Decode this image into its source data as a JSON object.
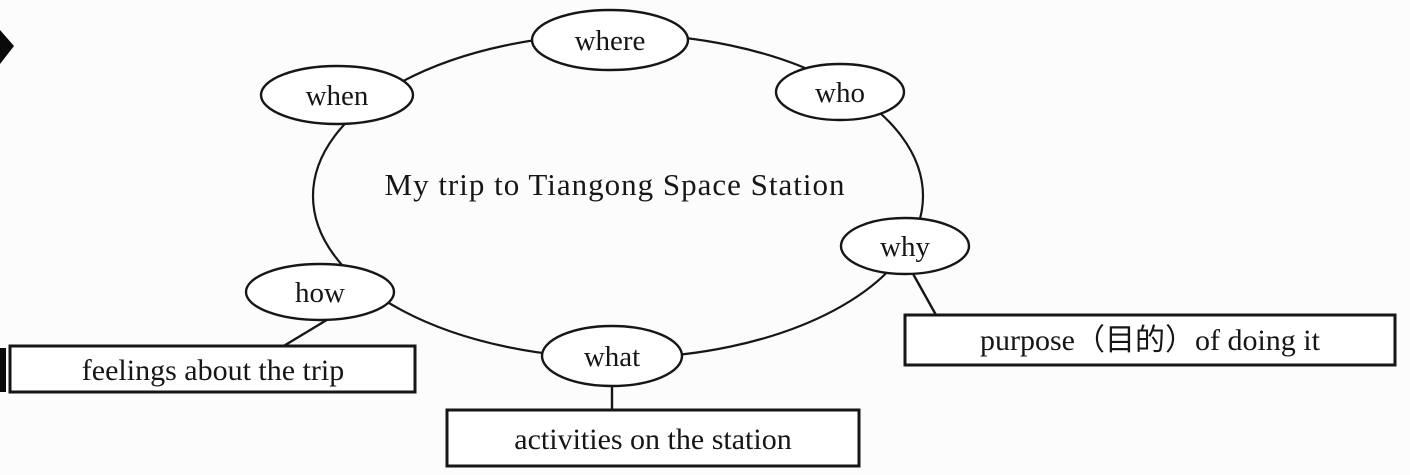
{
  "diagram": {
    "center_label": "My trip to Tiangong Space Station",
    "nodes": {
      "where": "where",
      "when": "when",
      "who": "who",
      "why": "why",
      "how": "how",
      "what": "what"
    },
    "boxes": {
      "feelings": "feelings about the trip",
      "activities": "activities on the station",
      "purpose": "purpose（目的）of doing it"
    }
  }
}
